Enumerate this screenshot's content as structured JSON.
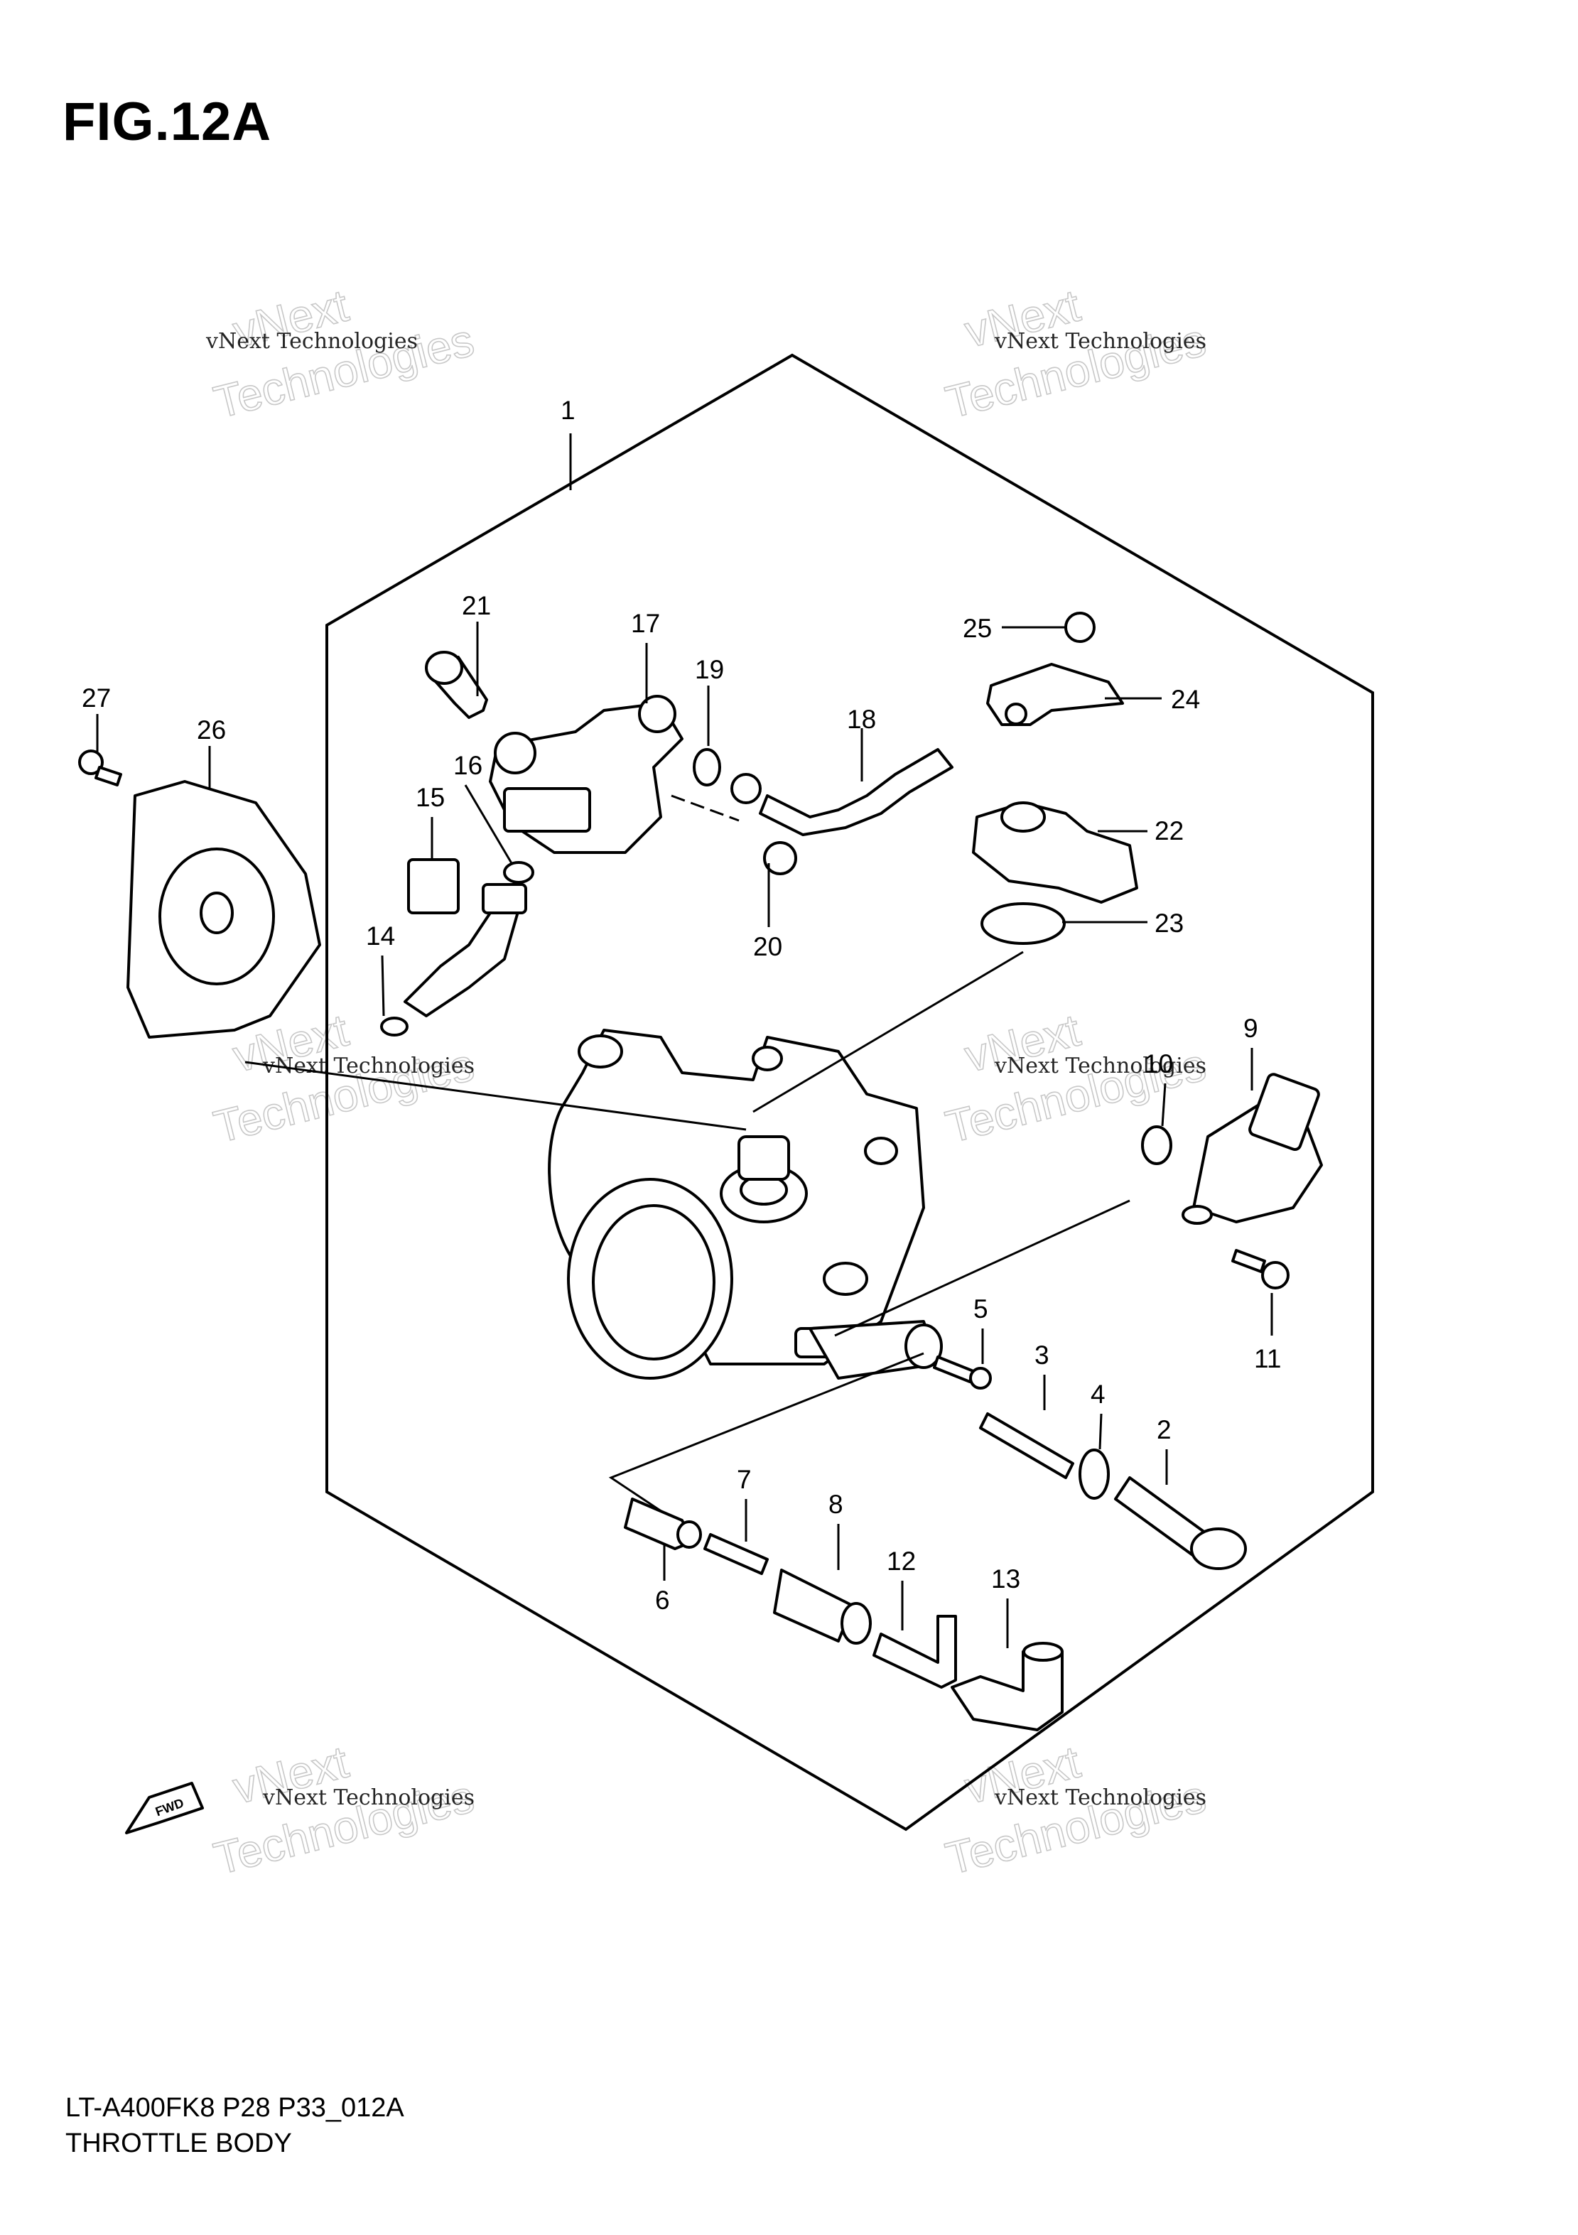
{
  "figure": {
    "title": "FIG.12A"
  },
  "footer": {
    "code": "LT-A400FK8 P28 P33_012A",
    "name": "THROTTLE BODY"
  },
  "watermark": {
    "line1": "vNext Technologies",
    "line2": "vNext",
    "line3": "Technologies"
  },
  "fwd_label": "FWD",
  "callouts": [
    "1",
    "2",
    "3",
    "4",
    "5",
    "6",
    "7",
    "8",
    "9",
    "10",
    "11",
    "12",
    "13",
    "14",
    "15",
    "16",
    "17",
    "18",
    "19",
    "20",
    "21",
    "22",
    "23",
    "24",
    "25",
    "26",
    "27"
  ]
}
